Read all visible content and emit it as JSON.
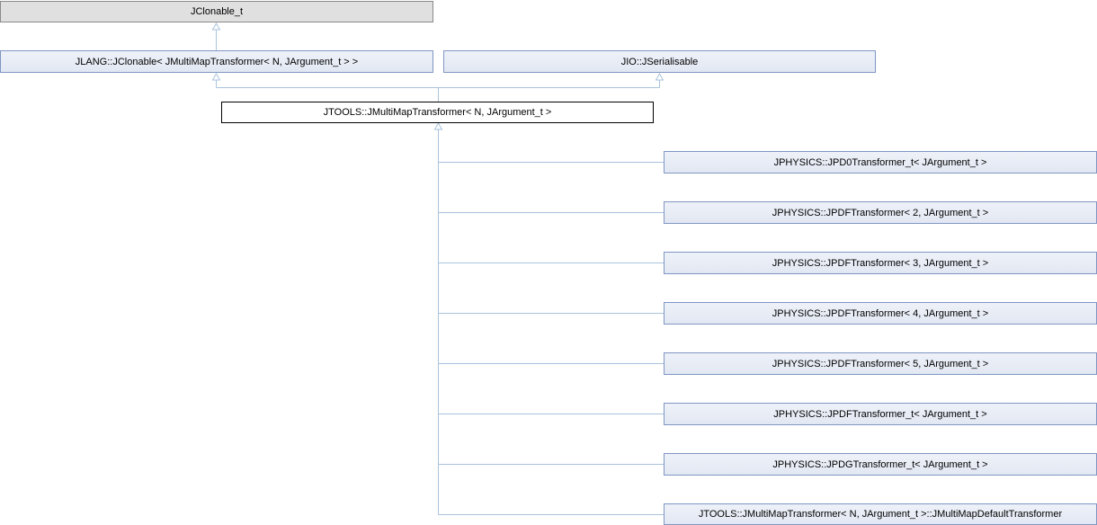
{
  "colors": {
    "edge": "#a9c3dc",
    "node_border": "#7f96c2",
    "node_fill": "#e8ecf5",
    "current_border": "#000000",
    "gray_fill": "#e0e0e0"
  },
  "nodes": {
    "jclonable_t": "JClonable_t",
    "jlang_jclonable": "JLANG::JClonable< JMultiMapTransformer< N, JArgument_t > >",
    "jio_jserialisable": "JIO::JSerialisable",
    "jmultimaptransformer": "JTOOLS::JMultiMapTransformer< N, JArgument_t >",
    "children": [
      "JPHYSICS::JPD0Transformer_t< JArgument_t >",
      "JPHYSICS::JPDFTransformer< 2, JArgument_t >",
      "JPHYSICS::JPDFTransformer< 3, JArgument_t >",
      "JPHYSICS::JPDFTransformer< 4, JArgument_t >",
      "JPHYSICS::JPDFTransformer< 5, JArgument_t >",
      "JPHYSICS::JPDFTransformer_t< JArgument_t >",
      "JPHYSICS::JPDGTransformer_t< JArgument_t >",
      "JTOOLS::JMultiMapTransformer< N, JArgument_t >::JMultiMapDefaultTransformer"
    ]
  }
}
